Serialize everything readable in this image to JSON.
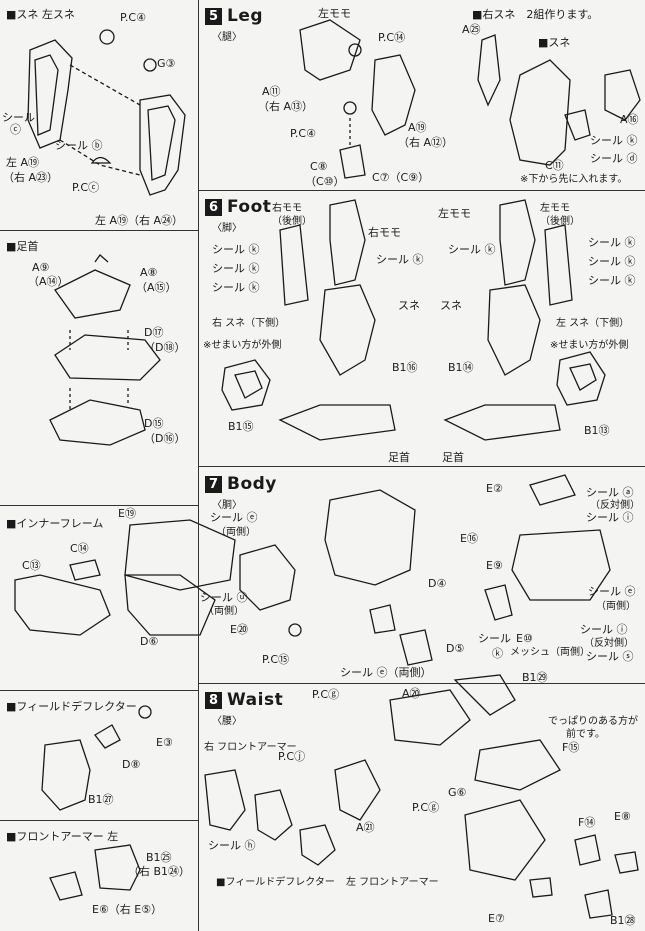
{
  "top_left": {
    "header": "■スネ 左スネ",
    "labels": [
      "P.C④",
      "G③",
      "シール",
      "ⓒ",
      "シール ⓑ",
      "左 A⑲",
      "（右 A㉓）",
      "P.Cⓒ",
      "左 A⑲（右 A㉔）"
    ]
  },
  "ashikubi": {
    "header": "■足首",
    "labels": [
      "A⑨",
      "（A⑭）",
      "A⑧",
      "（A⑮）",
      "D⑰",
      "（D⑱）",
      "D⑮",
      "（D⑯）"
    ]
  },
  "leg": {
    "num": "5",
    "title": "Leg",
    "sub": "〈腿〉",
    "labels": [
      "左モモ",
      "P.C⑭",
      "A⑪",
      "（右 A⑬）",
      "P.C④",
      "A⑲",
      "（右 A⑫）",
      "C⑧",
      "（C⑩）",
      "C⑦（C⑨）"
    ]
  },
  "right_sune": {
    "header": "■右スネ　2組作ります。",
    "labels": [
      "A㉕",
      "■スネ",
      "A⑯",
      "シール ⓚ",
      "C⑪",
      "シール ⓓ",
      "※下から先に入れます。"
    ]
  },
  "foot": {
    "num": "6",
    "title": "Foot",
    "sub": "〈脚〉",
    "labels": [
      "右モモ",
      "（後側）",
      "右モモ",
      "シール ⓚ",
      "シール ⓚ",
      "シール ⓚ",
      "シール ⓚ",
      "スネ",
      "右 スネ（下側）",
      "※せまい方が外側",
      "B1⑯",
      "B1⑮",
      "足首",
      "左モモ",
      "左モモ",
      "（後側）",
      "シール ⓚ",
      "シール ⓚ",
      "シール ⓚ",
      "シール ⓚ",
      "スネ",
      "左 スネ（下側）",
      "※せまい方が外側",
      "B1⑭",
      "B1⑬",
      "足首"
    ]
  },
  "inner_frame": {
    "header": "■インナーフレーム",
    "labels": [
      "E⑲",
      "C⑭",
      "C⑬",
      "D⑥"
    ]
  },
  "body": {
    "num": "7",
    "title": "Body",
    "sub": "〈胴〉",
    "labels": [
      "シール ⓔ",
      "（両側）",
      "シール ⓤ",
      "（両側）",
      "E⑳",
      "P.C⑮",
      "シール ⓔ（両側）",
      "D④",
      "D⑤",
      "E②",
      "シール ⓐ",
      "（反対側）",
      "シール ⓘ",
      "E⑯",
      "E⑨",
      "シール ⓔ",
      "（両側）",
      "シール",
      "ⓚ",
      "E⑩",
      "メッシュ（両側）",
      "シール ⓘ",
      "（反対側）",
      "シール ⓢ"
    ]
  },
  "field_deflector": {
    "header": "■フィールドデフレクター",
    "labels": [
      "E③",
      "D⑧",
      "B1㉗"
    ]
  },
  "front_armor": {
    "header": "■フロントアーマー 左",
    "labels": [
      "B1㉕",
      "（右 B1㉔）",
      "E⑥（右 E⑤）"
    ]
  },
  "waist": {
    "num": "8",
    "title": "Waist",
    "sub": "〈腰〉",
    "labels": [
      "P.Cⓖ",
      "A⑳",
      "B1㉙",
      "右 フロントアーマー",
      "P.Cⓙ",
      "G⑥",
      "P.Cⓖ",
      "A㉑",
      "シール ⓗ",
      "■フィールドデフレクター",
      "左 フロントアーマー",
      "でっぱりのある方が",
      "前です。",
      "F⑮",
      "E⑧",
      "F⑭",
      "E⑦",
      "B1㉘"
    ]
  }
}
